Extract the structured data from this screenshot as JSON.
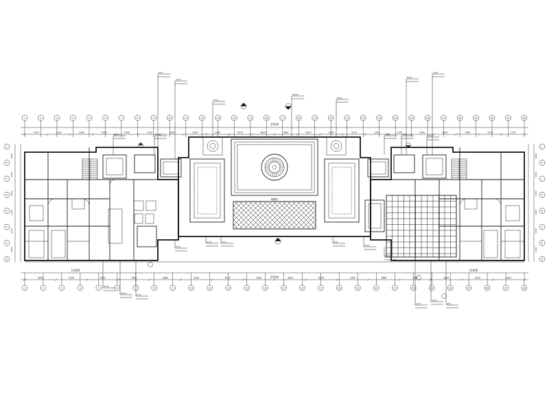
{
  "drawing": {
    "type": "architectural reflected ceiling plan (CAD)",
    "colors": {
      "background": "#ffffff",
      "linework": "#1a1a1a",
      "hatch": "#333333"
    }
  },
  "dimensions_top": {
    "overall_mid": "37610",
    "segments": [
      "1750",
      "3150",
      "1900",
      "1650",
      "2400",
      "2150",
      "1950",
      "3150",
      "2950",
      "6015",
      "3800",
      "3800",
      "6015",
      "2950",
      "3150",
      "1950",
      "2150",
      "2400",
      "1650",
      "1900",
      "3150",
      "1750"
    ]
  },
  "dimensions_bottom": {
    "overall_left": "11600",
    "overall_mid": "37610",
    "overall_right": "11600",
    "segments": [
      "2850",
      "3250",
      "2850",
      "3400",
      "2880",
      "2950",
      "6015",
      "3800",
      "3800",
      "6015",
      "2950",
      "2880",
      "3400",
      "2850",
      "3250",
      "2850"
    ]
  },
  "grid_bubbles_top": [
    "1",
    "2",
    "3",
    "4",
    "5",
    "6",
    "7",
    "8",
    "9",
    "10",
    "11",
    "12",
    "13",
    "14",
    "15",
    "16",
    "17",
    "18",
    "19",
    "20",
    "21",
    "22",
    "23",
    "24",
    "25",
    "26",
    "27",
    "28",
    "29",
    "30",
    "31",
    "32"
  ],
  "grid_bubbles_bottom": [
    "1",
    "2",
    "3",
    "4",
    "5",
    "6",
    "7",
    "8",
    "9",
    "10",
    "11",
    "12",
    "13",
    "14",
    "15",
    "16",
    "17",
    "18",
    "19",
    "20",
    "21",
    "22",
    "23",
    "24",
    "25",
    "26",
    "27",
    "28"
  ],
  "grid_bubbles_left": [
    "L",
    "K",
    "J",
    "H",
    "G",
    "F",
    "E",
    "D"
  ],
  "grid_bubbles_right": [
    "L",
    "K",
    "J",
    "H",
    "G",
    "F",
    "E",
    "D"
  ],
  "side_dimensions": [
    "4800",
    "3600",
    "1800",
    "2400",
    "4300",
    "1800"
  ],
  "center_label": "电梯厅",
  "callout_codes": [
    "ST-01",
    "WD-01",
    "PT-01",
    "MT-01",
    "GL-01",
    "CL-01",
    "LT-01",
    "ST-02"
  ]
}
